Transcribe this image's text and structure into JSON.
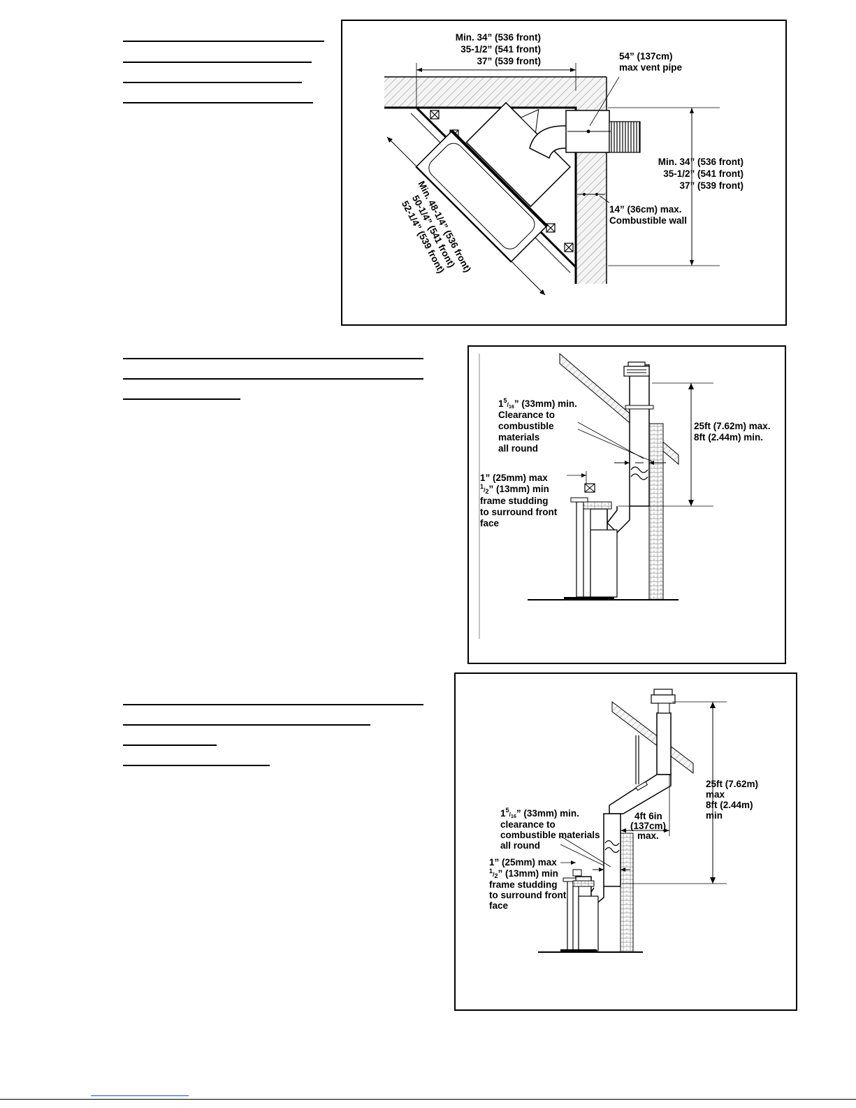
{
  "figure1": {
    "width_label": [
      "Min. 34” (536 front)",
      "35-1/2” (541 front)",
      "37” (539 front)"
    ],
    "vent_label": [
      "54” (137cm)",
      "max vent pipe"
    ],
    "height_label": [
      "Min. 34” (536 front)",
      "35-1/2” (541 front)",
      "37” (539 front)"
    ],
    "wall_label": [
      "14” (36cm) max.",
      "Combustible wall"
    ],
    "diagonal_label": [
      "Min. 48-1/4” (536 front)",
      "50-1/4” (541 front)",
      "52-1/4” (539 front)"
    ]
  },
  "figure2": {
    "clearance_num": "1",
    "clearance_sup": "5",
    "clearance_sub": "16",
    "clearance_rest": "” (33mm) min.",
    "clearance_lines": [
      "Clearance to",
      "combustible",
      "materials",
      "all round"
    ],
    "height_label": [
      "25ft (7.62m) max.",
      "8ft (2.44m) min."
    ],
    "stud_max": "1” (25mm) max",
    "stud_min_sup": "1",
    "stud_min_sub": "2",
    "stud_min_rest": "” (13mm) min",
    "stud_lines": [
      "frame studding",
      "to surround front",
      "face"
    ]
  },
  "figure3": {
    "clearance_num": "1",
    "clearance_sup": "5",
    "clearance_sub": "16",
    "clearance_rest": "” (33mm) min.",
    "clearance_lines": [
      "clearance to",
      "combustible materials",
      "all round"
    ],
    "offset_label": [
      "4ft 6in",
      "(137cm)",
      "max."
    ],
    "height_label": [
      "25ft (7.62m)",
      "max",
      "8ft (2.44m)",
      "min"
    ],
    "stud_max": "1” (25mm) max",
    "stud_min_sup": "1",
    "stud_min_sub": "2",
    "stud_min_rest": "” (13mm) min",
    "stud_lines": [
      "frame studding",
      "to surround front",
      "face"
    ]
  }
}
